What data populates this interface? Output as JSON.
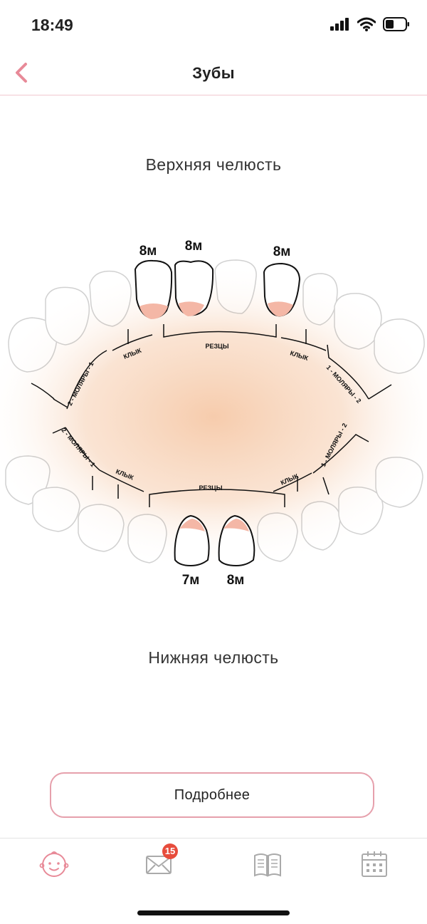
{
  "status": {
    "time": "18:49"
  },
  "header": {
    "title": "Зубы"
  },
  "upper": {
    "label": "Верхняя челюсть",
    "ages": [
      "8м",
      "8м",
      "8м"
    ],
    "sections": [
      "2 - МОЛЯРЫ - 1",
      "КЛЫК",
      "РЕЗЦЫ",
      "КЛЫК",
      "1 - МОЛЯРЫ - 2"
    ]
  },
  "lower": {
    "label": "Нижняя челюсть",
    "ages": [
      "7м",
      "8м"
    ],
    "sections": [
      "2 - МОЛЯРЫ - 1",
      "КЛЫК",
      "РЕЗЦЫ",
      "КЛЫК",
      "1 - МОЛЯРЫ - 2"
    ]
  },
  "more_button": {
    "label": "Подробнее"
  },
  "tabbar": {
    "messages_badge": "15"
  },
  "colors": {
    "accent": "#e88a98",
    "glow": "#f6c9a8",
    "tooth_active": "#f4b7a6"
  }
}
